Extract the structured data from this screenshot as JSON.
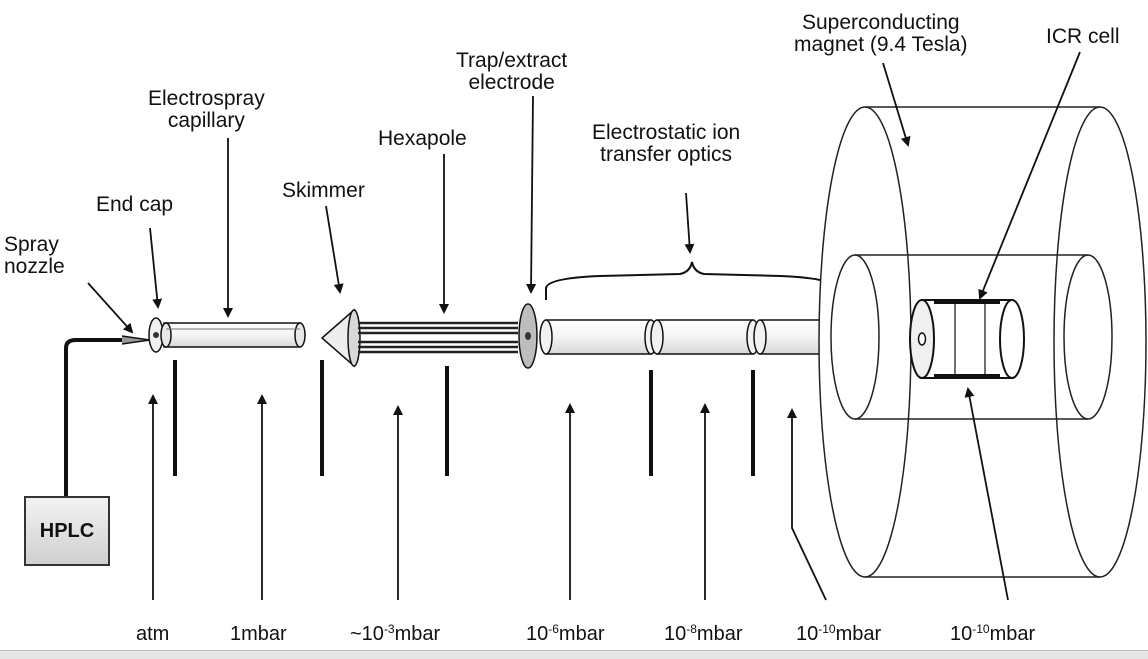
{
  "components": {
    "spray_nozzle": "Spray\nnozzle",
    "end_cap": "End cap",
    "electrospray_capillary": "Electrospray\ncapillary",
    "skimmer": "Skimmer",
    "hexapole": "Hexapole",
    "trap_extract_electrode": "Trap/extract\nelectrode",
    "electrostatic_optics": "Electrostatic ion\ntransfer optics",
    "magnet": "Superconducting\nmagnet (9.4 Tesla)",
    "icr_cell": "ICR cell",
    "hplc": "HPLC"
  },
  "pressures": {
    "p1": {
      "base": "atm",
      "exp": "",
      "unit": ""
    },
    "p2": {
      "base": "1",
      "exp": "",
      "unit": "mbar"
    },
    "p3": {
      "base": "~10",
      "exp": "-3",
      "unit": "mbar"
    },
    "p4": {
      "base": "10",
      "exp": "-6",
      "unit": "mbar"
    },
    "p5": {
      "base": "10",
      "exp": "-8",
      "unit": "mbar"
    },
    "p6": {
      "base": "10",
      "exp": "-10",
      "unit": "mbar"
    },
    "p7": {
      "base": "10",
      "exp": "-10",
      "unit": "mbar"
    }
  }
}
